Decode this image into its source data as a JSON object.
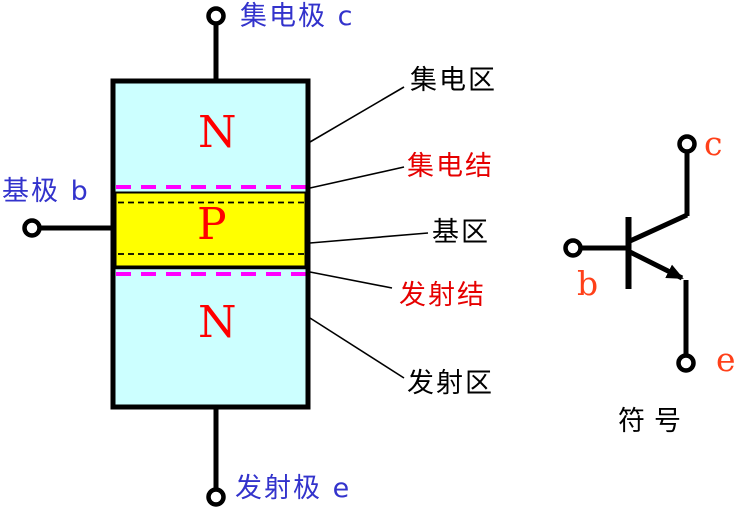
{
  "diagram": {
    "terminals": {
      "collector": "集电极 c",
      "base": "基极 b",
      "emitter": "发射极 e"
    },
    "regions": {
      "collector_letter": "N",
      "base_letter": "P",
      "emitter_letter": "N"
    },
    "callouts": {
      "collector_region": "集电区",
      "collector_junction": "集电结",
      "base_region": "基区",
      "emitter_junction": "发射结",
      "emitter_region": "发射区"
    }
  },
  "symbol": {
    "caption": "符号",
    "collector_pin": "c",
    "base_pin": "b",
    "emitter_pin": "e"
  },
  "colors": {
    "n_region_fill": "#ccffff",
    "p_region_fill": "#ffff00",
    "junction_dash": "#ff00ff",
    "terminal_label_text": "#3333cc",
    "junction_label_text": "#e60000",
    "region_letter_text": "#ff0000",
    "symbol_pin_text": "#ff4019",
    "outline": "#000000"
  }
}
